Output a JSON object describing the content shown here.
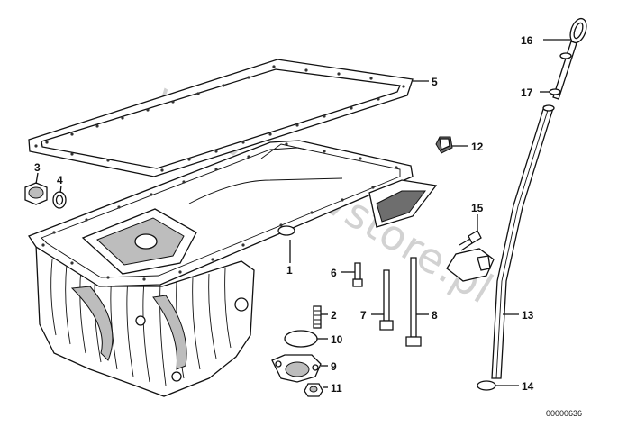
{
  "diagram": {
    "callouts": [
      "16",
      "17",
      "5",
      "12",
      "3",
      "4",
      "15",
      "1",
      "6",
      "2",
      "7",
      "8",
      "13",
      "10",
      "9",
      "11",
      "14"
    ],
    "drawing_number": "00000636",
    "watermark": "www.BMWstore.pl"
  }
}
